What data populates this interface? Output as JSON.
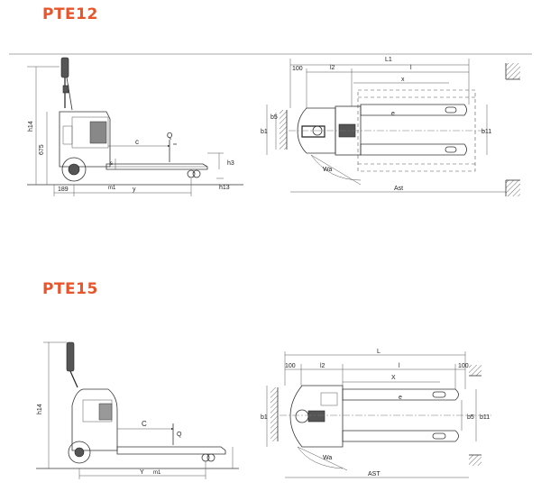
{
  "titles": {
    "top": "PTE12",
    "bottom": "PTE15"
  },
  "colors": {
    "title": "#e8552b",
    "lines": "#333333"
  },
  "pte12": {
    "side": {
      "h14": "h14",
      "h675": "675",
      "c": "c",
      "Q": "Q",
      "s": "s",
      "m1": "m1",
      "h3": "h3",
      "h13": "h13",
      "d189": "189",
      "y": "y"
    },
    "top": {
      "L1": "L1",
      "d100": "100",
      "l2": "l2",
      "l": "l",
      "x": "x",
      "e": "e",
      "b1": "b1",
      "b5": "b5",
      "b11": "b11",
      "Wa": "Wa",
      "Ast": "Ast"
    }
  },
  "pte15": {
    "side": {
      "h14": "h14",
      "C": "C",
      "Q": "Q",
      "Y": "Y",
      "m1": "m1"
    },
    "top": {
      "L": "L",
      "d100a": "100",
      "d100b": "100",
      "l2": "l2",
      "l": "l",
      "X": "X",
      "e": "e",
      "b1": "b1",
      "b5": "b5",
      "b11": "b11",
      "Wa": "Wa",
      "AST": "AST"
    }
  }
}
